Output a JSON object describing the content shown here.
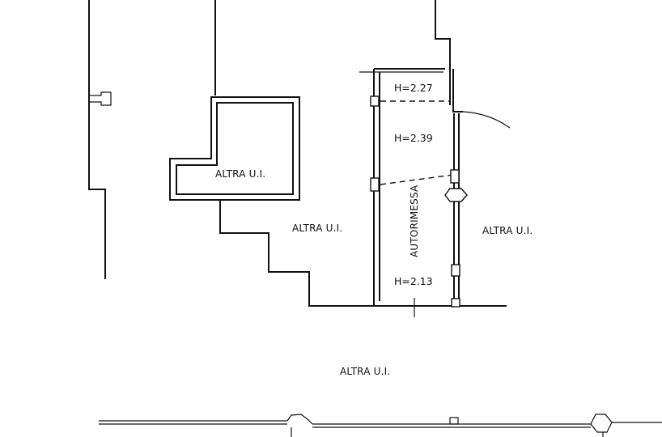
{
  "floor_plan": {
    "rooms": [
      {
        "label": "ALTRA U.I."
      },
      {
        "label": "ALTRA U.I."
      },
      {
        "label": "ALTRA U.I."
      },
      {
        "label": "ALTRA U.I."
      }
    ],
    "garage": {
      "name": "AUTORIMESSA",
      "heights": [
        "H=2.27",
        "H=2.39",
        "H=2.13"
      ]
    }
  }
}
